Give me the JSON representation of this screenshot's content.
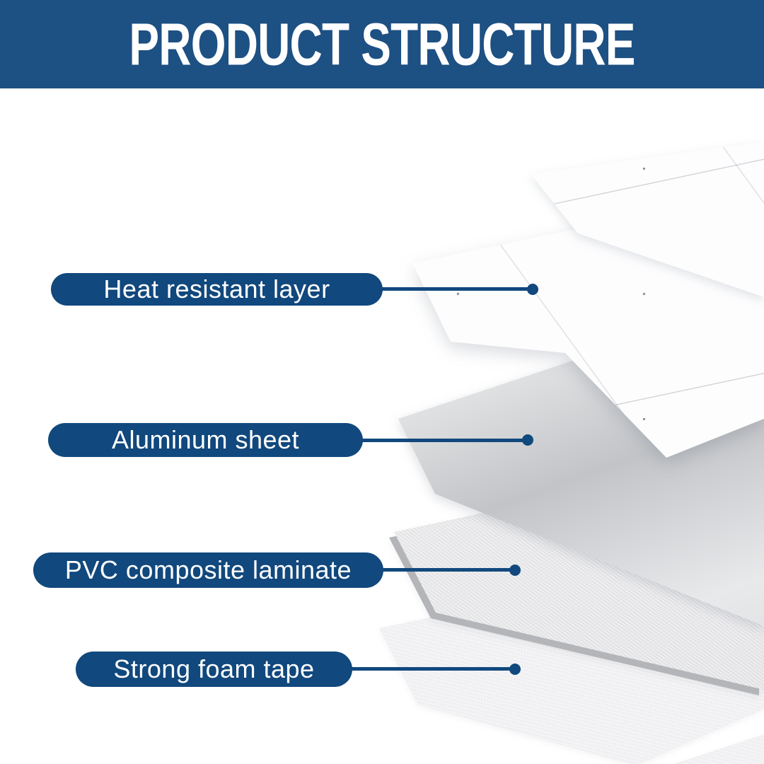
{
  "header": {
    "title": "PRODUCT STRUCTURE"
  },
  "labels": [
    {
      "text": "Heat resistant layer"
    },
    {
      "text": "Aluminum sheet"
    },
    {
      "text": "PVC composite laminate"
    },
    {
      "text": "Strong foam tape"
    }
  ],
  "colors": {
    "canvas_bg": "#ffffff",
    "header_bg": "#1d5083",
    "pill_bg": "#11487d",
    "connector": "#11487d",
    "label_text": "#ffffff",
    "aluminum_silver": "#c7c9cc",
    "pvc_gray": "#ededee",
    "foam_gray": "#f2f2f4"
  }
}
